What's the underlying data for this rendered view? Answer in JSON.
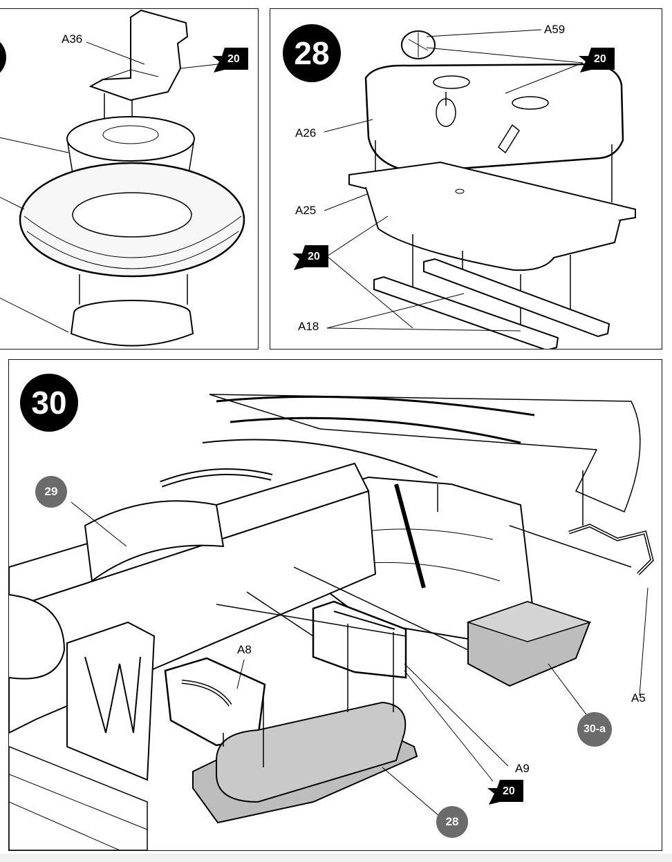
{
  "panel_27": {
    "labels": {
      "a36": "A36"
    },
    "badge": "20"
  },
  "panel_28": {
    "step": "28",
    "labels": {
      "a59": "A59",
      "a26": "A26",
      "a25": "A25",
      "a18": "A18"
    },
    "badge_top": "20",
    "badge_left": "20"
  },
  "panel_30": {
    "step": "30",
    "labels": {
      "a8": "A8",
      "a9": "A9",
      "a5": "A5"
    },
    "refs": {
      "ref_29": "29",
      "ref_30a": "30-a",
      "ref_28": "28"
    },
    "badge": "20"
  },
  "colors": {
    "ink": "#000000",
    "ref_gray": "#6b6b6b",
    "shade": "#bdbdbd"
  }
}
